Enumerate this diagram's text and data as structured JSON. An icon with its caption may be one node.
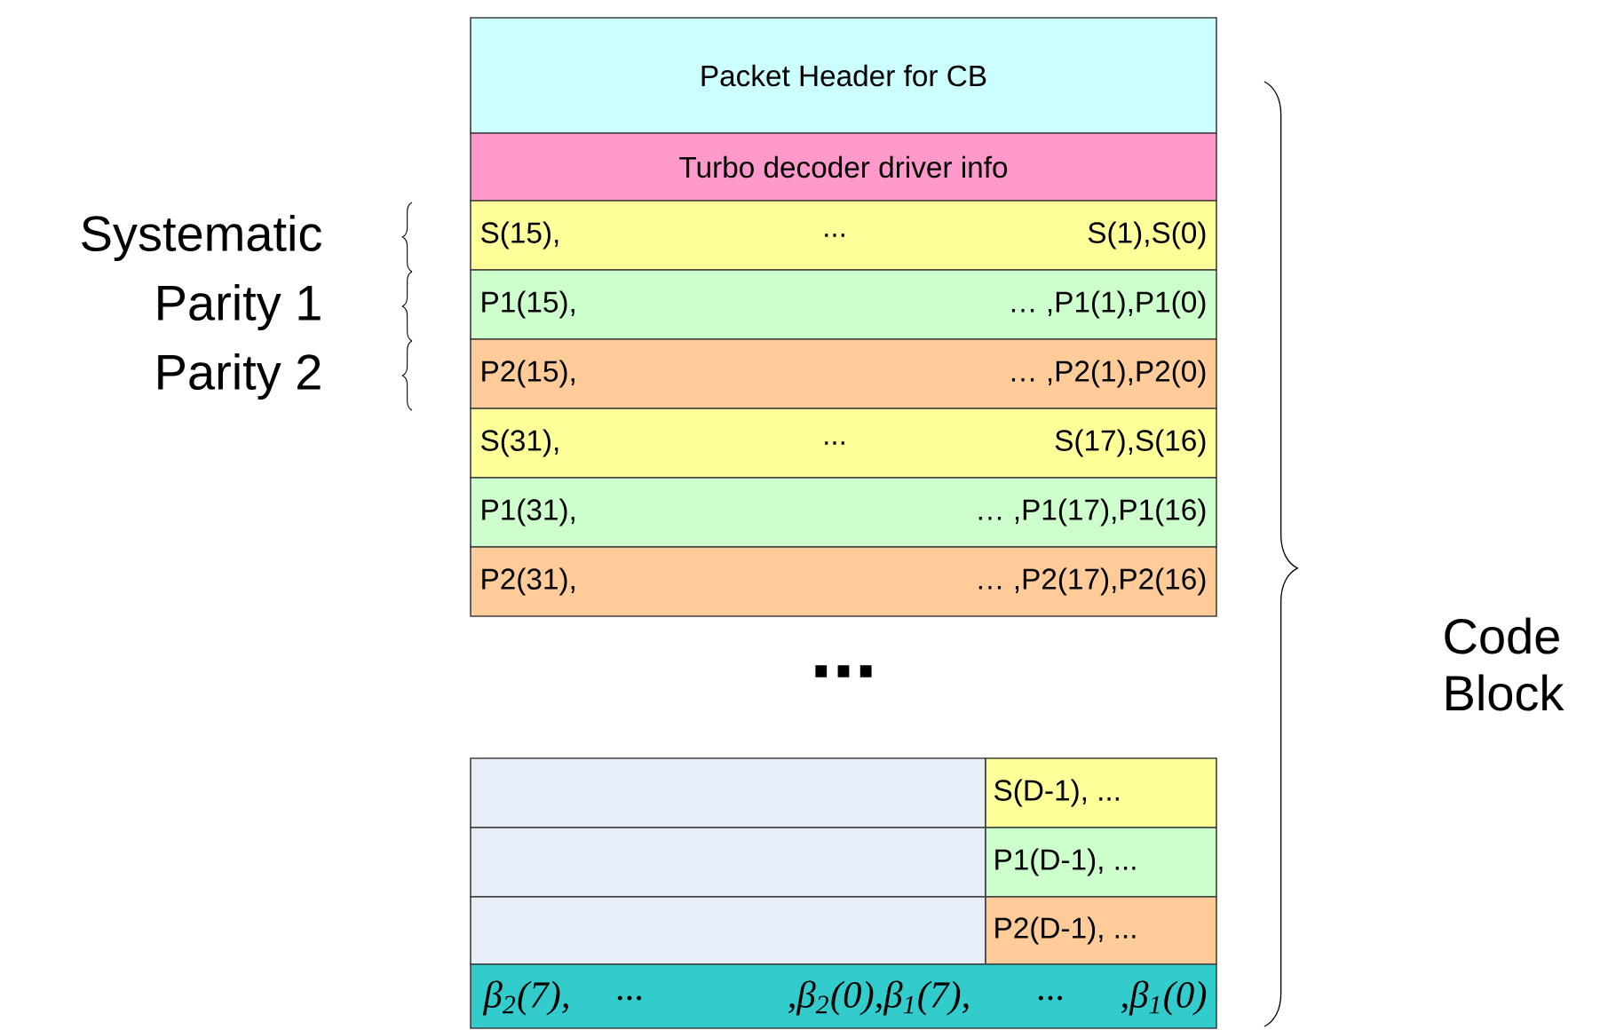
{
  "diagram": {
    "nodes": [
      {
        "text": [
          "Packet Header for CB"
        ]
      },
      {
        "text": [
          "Turbo decoder driver info"
        ]
      },
      {
        "text": [
          "S(15),",
          "...",
          "S(1),S(0)"
        ]
      },
      {
        "text": [
          "P1(15),",
          "… ,P1(1),P1(0)"
        ]
      },
      {
        "text": [
          "P2(15),",
          "… ,P2(1),P2(0)"
        ]
      },
      {
        "text": [
          "S(31),",
          "...",
          "S(17),S(16)"
        ]
      },
      {
        "text": [
          "P1(31),",
          "… ,P1(17),P1(16)"
        ]
      },
      {
        "text": [
          "P2(31),",
          "… ,P2(17),P2(16)"
        ]
      },
      {
        "text": [],
        "shape": "box"
      },
      {
        "text": [
          "S(D-1), ..."
        ]
      },
      {
        "text": [],
        "shape": "box"
      },
      {
        "text": [
          "P1(D-1), ..."
        ]
      },
      {
        "text": [],
        "shape": "box"
      },
      {
        "text": [
          "P2(D-1), ..."
        ]
      },
      {
        "text": [
          "β$_{2}$(7),",
          "...",
          ",β$_{2}$(0),β$_{1}$(7),",
          "...",
          ",β$_{1}$(0)"
        ]
      }
    ],
    "edges": [],
    "labels": [
      "Systematic",
      "Parity 1",
      "Parity 2",
      "...",
      "Code Block"
    ]
  }
}
